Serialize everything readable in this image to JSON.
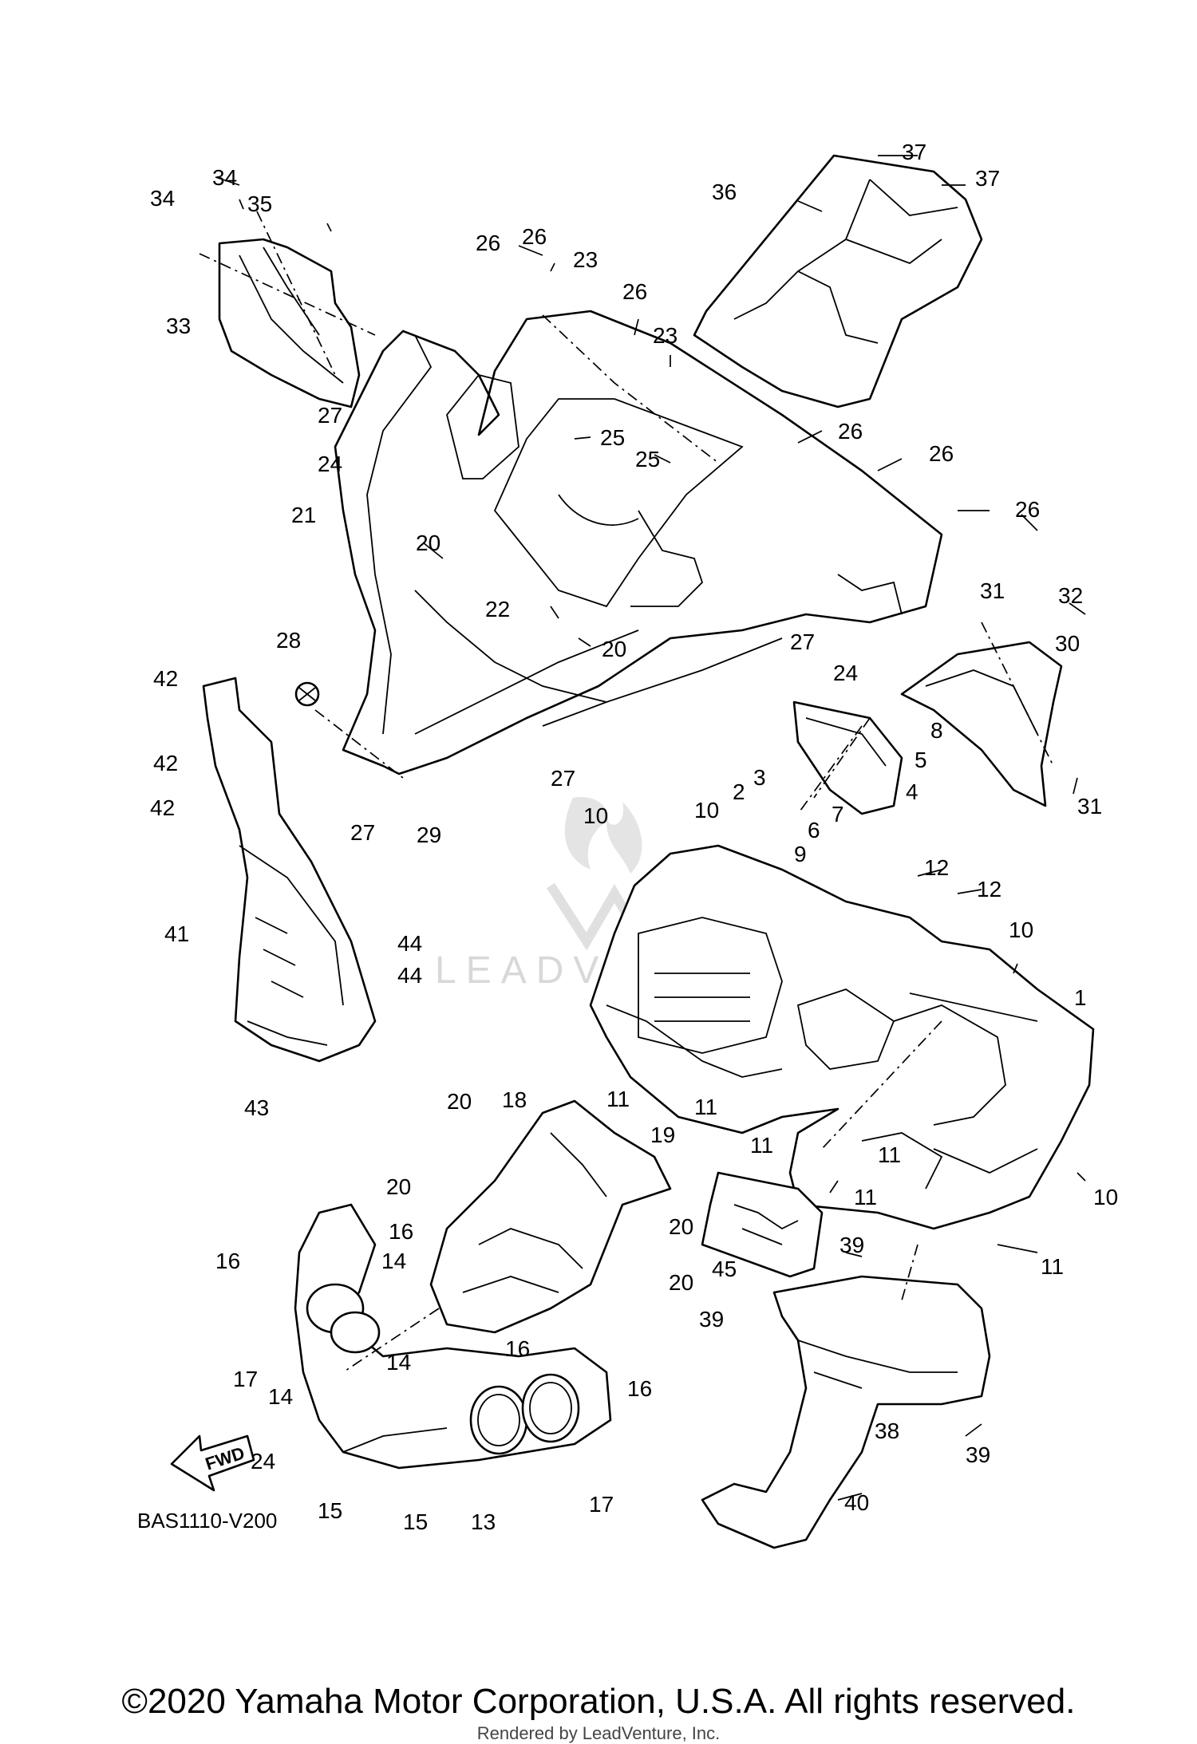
{
  "diagram": {
    "code": "BAS1110-V200",
    "fwd_label": "FWD",
    "watermark": "LEADVENTURE",
    "copyright": "©2020 Yamaha Motor Corporation, U.S.A. All rights reserved.",
    "rendered_by": "Rendered by LeadVenture, Inc.",
    "callouts": [
      {
        "id": "1",
        "label": "1"
      },
      {
        "id": "2",
        "label": "2"
      },
      {
        "id": "3",
        "label": "3"
      },
      {
        "id": "4",
        "label": "4"
      },
      {
        "id": "5",
        "label": "5"
      },
      {
        "id": "6",
        "label": "6"
      },
      {
        "id": "7",
        "label": "7"
      },
      {
        "id": "8",
        "label": "8"
      },
      {
        "id": "9",
        "label": "9"
      },
      {
        "id": "10",
        "label": "10"
      },
      {
        "id": "11",
        "label": "11"
      },
      {
        "id": "12",
        "label": "12"
      },
      {
        "id": "13",
        "label": "13"
      },
      {
        "id": "14",
        "label": "14"
      },
      {
        "id": "15",
        "label": "15"
      },
      {
        "id": "16",
        "label": "16"
      },
      {
        "id": "17",
        "label": "17"
      },
      {
        "id": "18",
        "label": "18"
      },
      {
        "id": "19",
        "label": "19"
      },
      {
        "id": "20",
        "label": "20"
      },
      {
        "id": "21",
        "label": "21"
      },
      {
        "id": "22",
        "label": "22"
      },
      {
        "id": "23",
        "label": "23"
      },
      {
        "id": "24",
        "label": "24"
      },
      {
        "id": "25",
        "label": "25"
      },
      {
        "id": "26",
        "label": "26"
      },
      {
        "id": "27",
        "label": "27"
      },
      {
        "id": "28",
        "label": "28"
      },
      {
        "id": "29",
        "label": "29"
      },
      {
        "id": "30",
        "label": "30"
      },
      {
        "id": "31",
        "label": "31"
      },
      {
        "id": "32",
        "label": "32"
      },
      {
        "id": "33",
        "label": "33"
      },
      {
        "id": "34",
        "label": "34"
      },
      {
        "id": "35",
        "label": "35"
      },
      {
        "id": "36",
        "label": "36"
      },
      {
        "id": "37",
        "label": "37"
      },
      {
        "id": "38",
        "label": "38"
      },
      {
        "id": "39",
        "label": "39"
      },
      {
        "id": "40",
        "label": "40"
      },
      {
        "id": "41",
        "label": "41"
      },
      {
        "id": "42",
        "label": "42"
      },
      {
        "id": "43",
        "label": "43"
      },
      {
        "id": "44",
        "label": "44"
      },
      {
        "id": "45",
        "label": "45"
      }
    ]
  }
}
